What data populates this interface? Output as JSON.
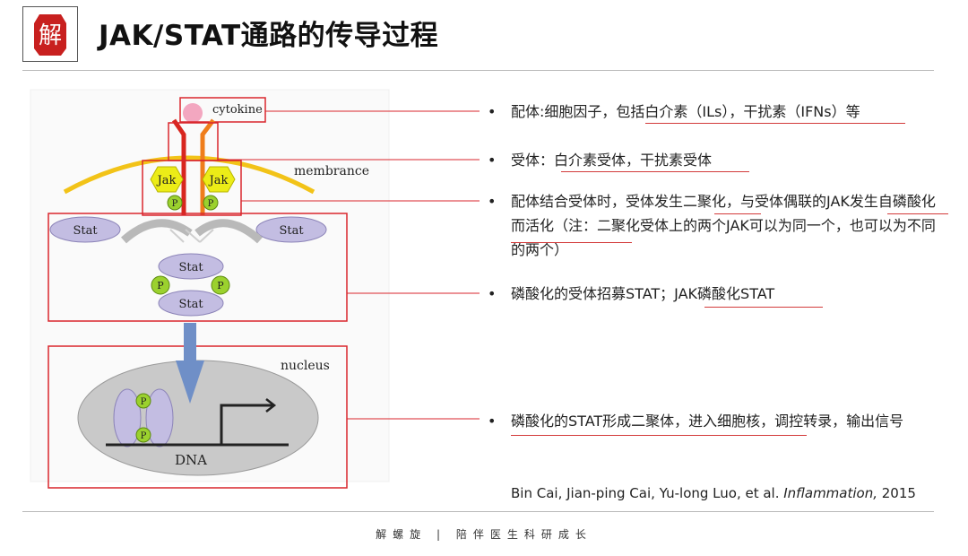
{
  "header": {
    "title": "JAK/STAT通路的传导过程",
    "logo_text": "解"
  },
  "diagram": {
    "labels": {
      "cytokine": "cytokine",
      "membrance": "membrance",
      "jak": "Jak",
      "stat": "Stat",
      "p": "P",
      "nucleus": "nucleus",
      "dna": "DNA"
    },
    "colors": {
      "frame_red": "#d9262c",
      "membrane": "#f2c318",
      "receptor_red": "#d8261f",
      "receptor_orange": "#ef7d1b",
      "jak_fill": "#ecec17",
      "p_fill": "#9bd12e",
      "stat_fill": "#c3bde2",
      "nucleus_fill": "#c9c9c9",
      "arrow_blue": "#6f8fc7",
      "cytokine_pink": "#f3a7c0"
    }
  },
  "bullets": [
    {
      "mark": "•",
      "text": "配体:细胞因子，包括白介素（ILs），干扰素（IFNs）等"
    },
    {
      "mark": "•",
      "text": "受体：白介素受体，干扰素受体"
    },
    {
      "mark": "•",
      "text": "配体结合受体时，受体发生二聚化，与受体偶联的JAK发生自磷酸化而活化（注：二聚化受体上的两个JAK可以为同一个，也可以为不同的两个）"
    },
    {
      "mark": "•",
      "text": "磷酸化的受体招募STAT；JAK磷酸化STAT"
    },
    {
      "mark": "•",
      "text": "磷酸化的STAT形成二聚体，进入细胞核，调控转录，输出信号"
    }
  ],
  "citation": {
    "authors": "Bin Cai, Jian-ping Cai, Yu-long Luo, et al. ",
    "journal": "Inflammation,",
    "year": " 2015"
  },
  "footer": {
    "text": "解螺旋 | 陪伴医生科研成长"
  }
}
